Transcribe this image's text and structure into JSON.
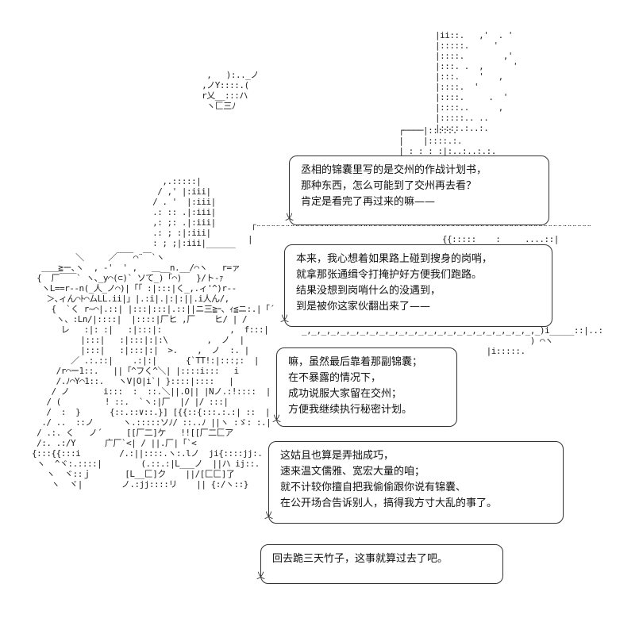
{
  "bubbles": [
    {
      "lines": [
        "丞相的锦囊里写的是交州的作战计划书，",
        "那种东西，怎么可能到了交州再去看？",
        "肯定是看完了再过来的嘛——"
      ]
    },
    {
      "lines": [
        "本来，我心想着如果路上碰到搜身的岗哨，",
        "就拿那张通缉令打掩护好方便我们跑路。",
        "结果没想到岗哨什么的没遇到，",
        "到是被你这家伙翻出来了——"
      ]
    },
    {
      "lines": [
        "嘛，虽然最后靠着那副锦囊；",
        "在不暴露的情况下，",
        "成功说服大家留在交州；",
        "方便我继续执行秘密计划。"
      ]
    },
    {
      "lines": [
        "这姑且也算是弄拙成巧，",
        "速来温文儒雅、宽宏大量的咱；",
        "就不计较你擅自把我偷偷跟你说有锦囊、",
        "在公开场合告诉别人，搞得我方寸大乱的事了。"
      ]
    },
    {
      "lines": [
        "回去跪三天竹子，这事就算过去了吧。"
      ]
    }
  ]
}
